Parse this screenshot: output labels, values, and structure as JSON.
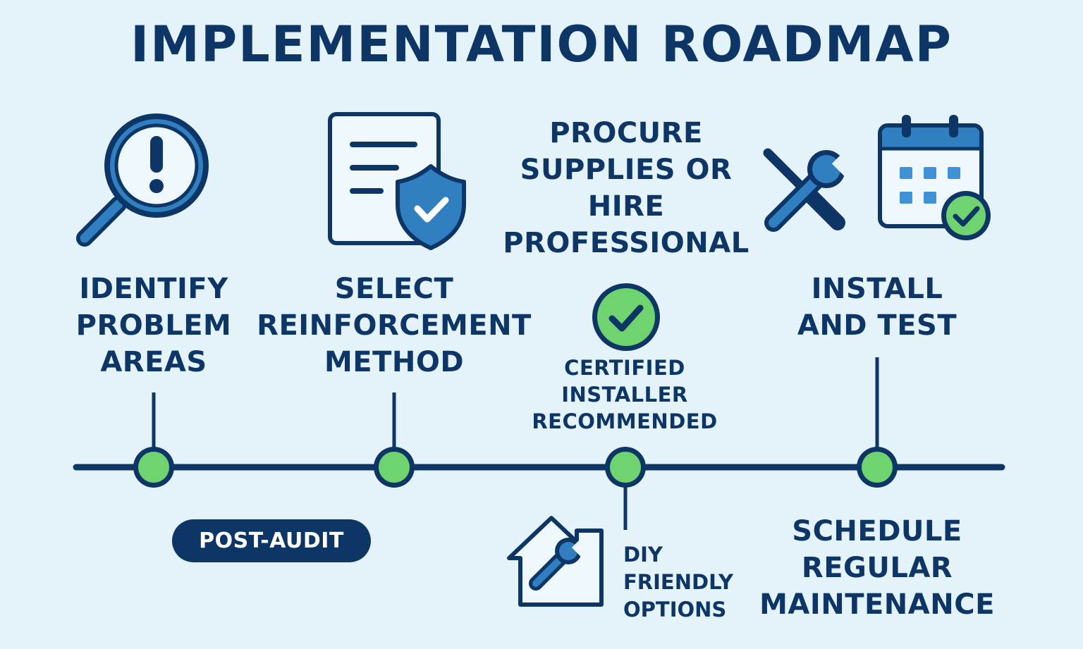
{
  "title": "IMPLEMENTATION ROADMAP",
  "steps": [
    {
      "lines": [
        "IDENTIFY",
        "PROBLEM",
        "AREAS"
      ],
      "icon": "magnifier-alert-icon"
    },
    {
      "lines": [
        "SELECT",
        "REINFORCEMENT",
        "METHOD"
      ],
      "icon": "document-shield-icon"
    },
    {
      "lines": [
        "PROCURE",
        "SUPPLIES OR",
        "HIRE",
        "PROFESSIONAL"
      ],
      "icon": "check-circle-icon"
    },
    {
      "lines": [
        "INSTALL",
        "AND TEST"
      ],
      "icon": "tools-calendar-icon"
    }
  ],
  "certified": [
    "CERTIFIED",
    "INSTALLER",
    "RECOMMENDED"
  ],
  "post_audit": "POST-AUDIT",
  "diy": [
    "DIY",
    "FRIENDLY",
    "OPTIONS"
  ],
  "maintenance": [
    "SCHEDULE",
    "REGULAR",
    "MAINTENANCE"
  ],
  "colors": {
    "navy": "#0d3566",
    "blue": "#2f7fc1",
    "green": "#6fd36f",
    "background": "#e4f3fa"
  }
}
